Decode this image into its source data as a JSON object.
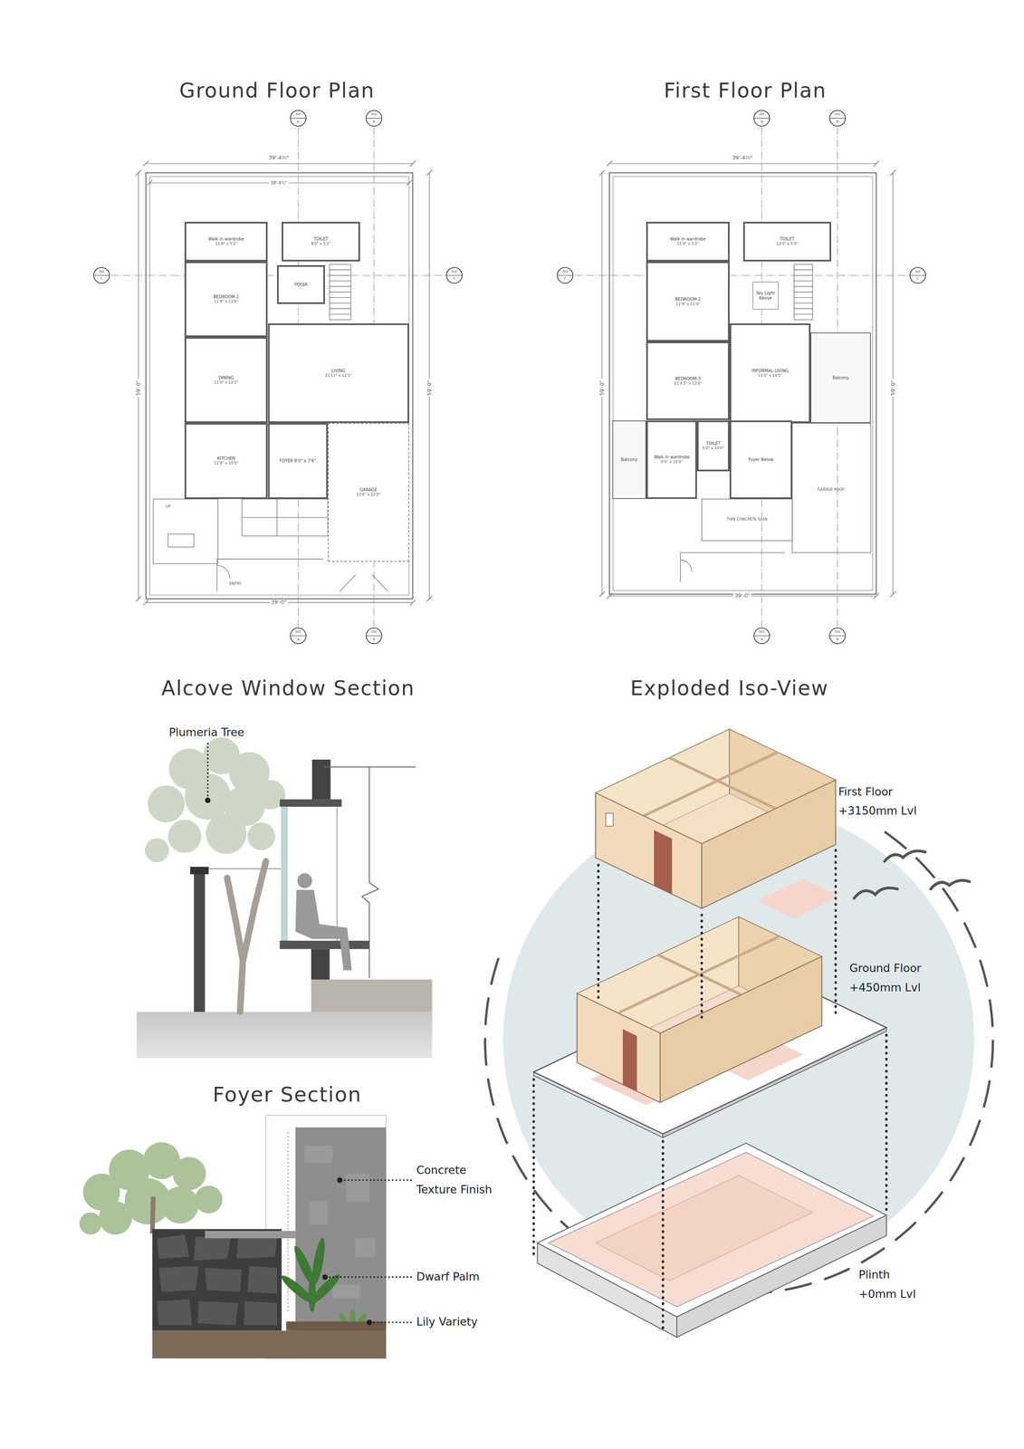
{
  "diagram": {
    "nodes": [
      {
        "text": [
          "Walk in wardrobe",
          "11'9\" x 5'2\""
        ]
      },
      {
        "text": [
          "TOILET",
          "8'0\" x 5'2\""
        ]
      },
      {
        "text": [
          "BEDROOM-1",
          "11'9\" x 11'0\""
        ]
      },
      {
        "text": [
          "POOJA"
        ]
      },
      {
        "text": [
          "DINING",
          "11'0\" x 12'0\""
        ]
      },
      {
        "text": [
          "LIVING",
          "21'11\" x 12'3\""
        ]
      },
      {
        "text": [
          "KITCHEN",
          "11'9\" x 10'0\""
        ]
      },
      {
        "text": [
          "FOYER 8'0\" x 7'6\""
        ]
      },
      {
        "text": [
          "GARAGE",
          "13'6\" x 22'0\""
        ]
      },
      {
        "text": [
          "Walk in wardrobe",
          "11'9\" x 5'2\""
        ]
      },
      {
        "text": [
          "TOILET",
          "13'0\" x 5'0\""
        ]
      },
      {
        "text": [
          "Sky Light Above"
        ]
      },
      {
        "text": [
          "BEDROOM-2",
          "11'9\" x 11'0\""
        ]
      },
      {
        "text": [
          "BEDROOM-3",
          "11'4.5\" x 12'0\""
        ]
      },
      {
        "text": [
          "INFORMAL LIVING",
          "11'0\" x 14'5\""
        ]
      },
      {
        "text": [
          "Balcony"
        ]
      },
      {
        "text": [
          "Balcony"
        ]
      },
      {
        "text": [
          "Walk in wardrobe",
          "6'0\" x 10'0\""
        ]
      },
      {
        "text": [
          "TOILET",
          "5'0\" x 10'0\""
        ]
      },
      {
        "text": [
          "Foyer Below"
        ]
      }
    ],
    "labels": [
      "Ground Floor Plan",
      "First Floor Plan",
      "Alcove Window Section",
      "Exploded Iso-View",
      "Foyer Section",
      "39'-4½\"",
      "38'-4½\"",
      "59'-0\"",
      "59'-0\"",
      "39'-0\"",
      "39'-4½\"",
      "59'-0\"",
      "59'-0\"",
      "39'-0\"",
      "UP",
      "ENTRY",
      "GARAGE ROOF",
      "THIN CONCRETE SLAB",
      "Plumeria Tree",
      "Concrete",
      "Texture Finish",
      "Dwarf Palm",
      "Lily Variety",
      "First Floor",
      "+3150mm Lvl",
      "Ground Floor",
      "+450mm Lvl",
      "Plinth",
      "+0mm Lvl",
      "201",
      "A",
      "201",
      "B",
      "201",
      "C",
      "201",
      "C",
      "201",
      "A",
      "201",
      "B",
      "201",
      "A",
      "201",
      "B",
      "201",
      "C",
      "201",
      "C",
      "201",
      "A",
      "201",
      "B"
    ]
  }
}
